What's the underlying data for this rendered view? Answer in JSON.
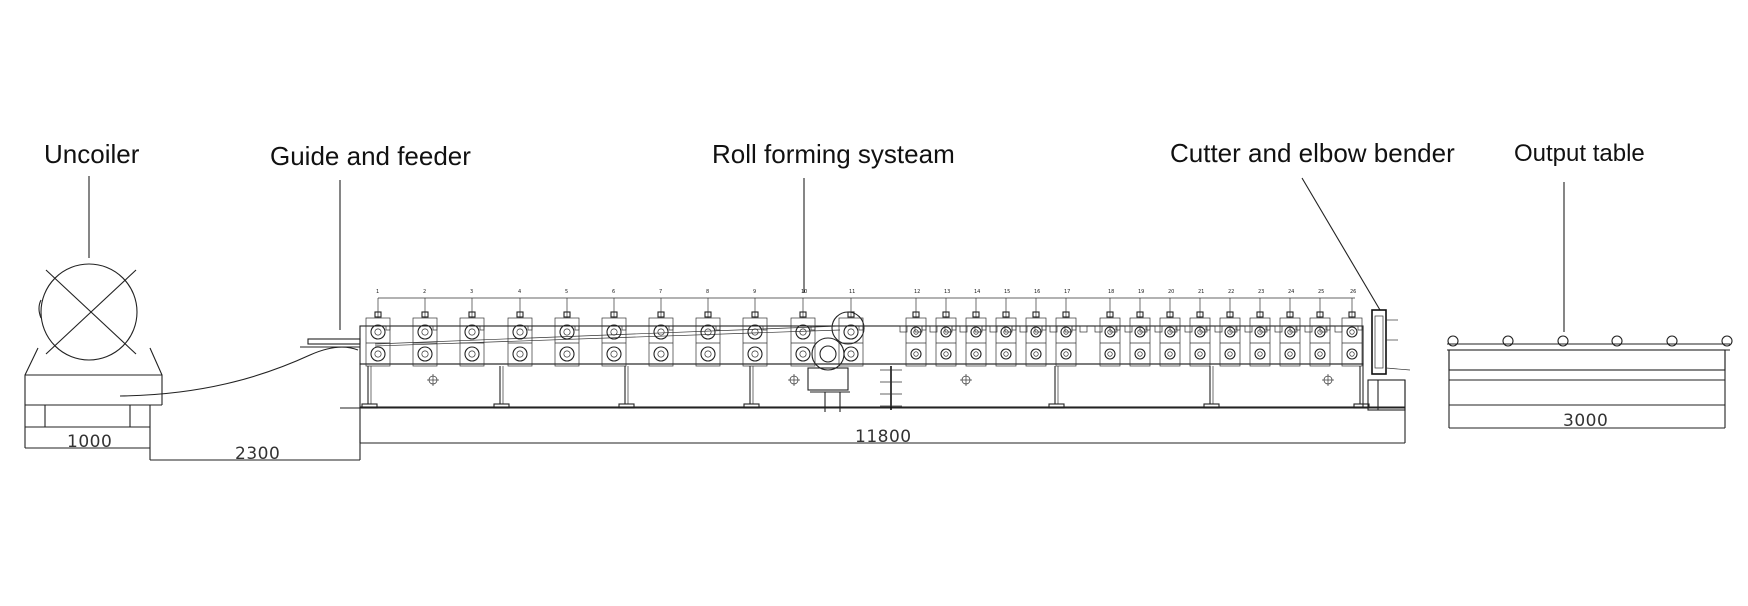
{
  "labels": {
    "uncoiler": "Uncoiler",
    "guide_feeder": "Guide and feeder",
    "roll_forming": "Roll forming systeam",
    "cutter_bender": "Cutter and elbow bender",
    "output_table": "Output table"
  },
  "dimensions": {
    "uncoiler": "1000",
    "guide_feeder": "2300",
    "roll_forming": "11800",
    "output_table": "3000"
  },
  "station_numbers": [
    "1",
    "2",
    "3",
    "4",
    "5",
    "6",
    "7",
    "8",
    "9",
    "10",
    "11",
    "12",
    "13",
    "14",
    "15",
    "16",
    "17",
    "18",
    "19",
    "20",
    "21",
    "22",
    "23",
    "24",
    "25",
    "26"
  ],
  "colors": {
    "line": "#222222",
    "background": "#ffffff"
  }
}
